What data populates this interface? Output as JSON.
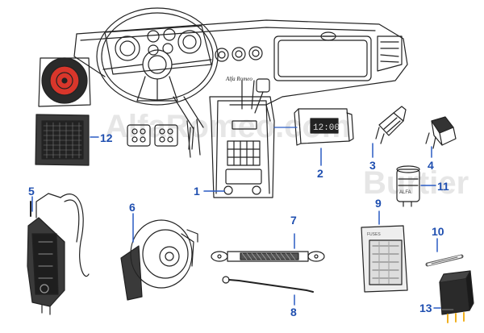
{
  "callouts": {
    "1": "1",
    "2": "2",
    "3": "3",
    "4": "4",
    "5": "5",
    "6": "6",
    "7": "7",
    "8": "8",
    "9": "9",
    "10": "10",
    "11": "11",
    "12": "12",
    "13": "13"
  },
  "watermark": {
    "line1": "AlfaRomeo.com",
    "line2": "Burtier"
  },
  "colors": {
    "label_blue": "#1f4fb0",
    "line_blue": "#2a5cc4",
    "speaker_red": "#d8362b",
    "ink": "#222222"
  },
  "icons": [
    "dashboard-illustration",
    "speaker-with-cone",
    "speaker-grille",
    "digital-clock",
    "ignition-coil",
    "relay-block",
    "flasher-unit",
    "power-antenna",
    "horn",
    "ground-strap",
    "ground-wire",
    "fuse-pack",
    "fuse",
    "relay"
  ]
}
